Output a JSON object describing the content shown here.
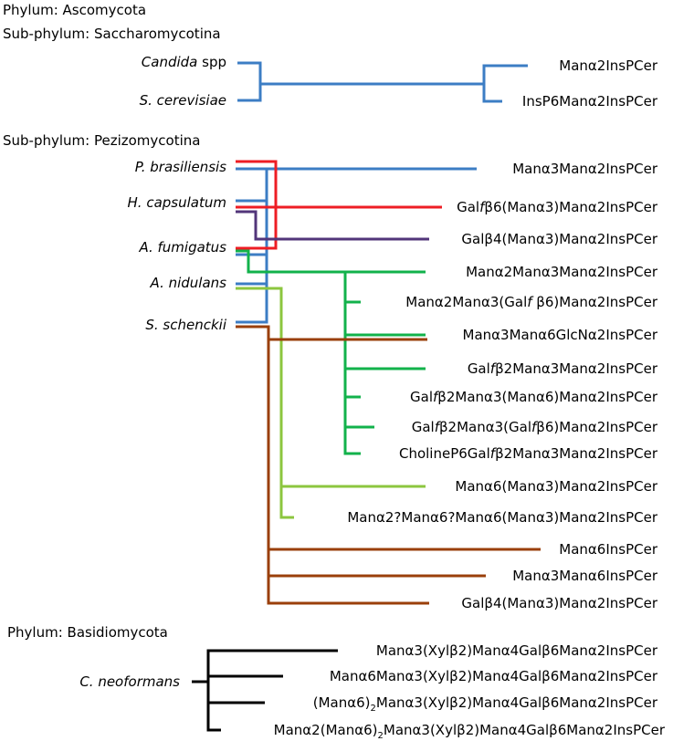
{
  "headers": {
    "phylum_asco": "Phylum: Ascomycota",
    "subphylum_sacch": "Sub-phylum: Saccharomycotina",
    "subphylum_pezi": "Sub-phylum: Pezizomycotina",
    "phylum_basidio": "Phylum: Basidiomycota"
  },
  "organisms": {
    "candida_italic": "Candida",
    "candida_rest": " spp",
    "scerevisiae": "S. cerevisiae",
    "pbrasiliensis": "P. brasiliensis",
    "hcapsulatum": "H. capsulatum",
    "afumigatus": "A. fumigatus",
    "anidulans": "A. nidulans",
    "sschenckii": "S. schenckii",
    "cneoformans": "C. neoformans"
  },
  "structures": {
    "s1": "Manα2InsPCer",
    "s2": "InsP6Manα2InsPCer",
    "s3": "Manα3Manα2InsPCer",
    "s4a": "Gal",
    "s4b": "f",
    "s4c": "β6(Manα3)Manα2InsPCer",
    "s5": "Galβ4(Manα3)Manα2InsPCer",
    "s6": "Manα2Manα3Manα2InsPCer",
    "s7a": "Manα2Manα3(Gal",
    "s7b": "f",
    "s7c": " β6)Manα2InsPCer",
    "s8": "Manα3Manα6GlcNα2InsPCer",
    "s9a": "Gal",
    "s9b": "f",
    "s9c": "β2Manα3Manα2InsPCer",
    "s10a": "Gal",
    "s10b": "f",
    "s10c": "β2Manα3(Manα6)Manα2InsPCer",
    "s11a": "Gal",
    "s11b": "f",
    "s11c": "β2Manα3(Gal",
    "s11d": "f",
    "s11e": "β6)Manα2InsPCer",
    "s12a": "CholineP6Gal",
    "s12b": "f",
    "s12c": "β2Manα3Manα2InsPCer",
    "s13": "Manα6(Manα3)Manα2InsPCer",
    "s14": "Manα2?Manα6?Manα6(Manα3)Manα2InsPCer",
    "s15": "Manα6InsPCer",
    "s16": "Manα3Manα6InsPCer",
    "s17": "Galβ4(Manα3)Manα2InsPCer",
    "s18": "Manα3(Xylβ2)Manα4Galβ6Manα2InsPCer",
    "s19": "Manα6Manα3(Xylβ2)Manα4Galβ6Manα2InsPCer",
    "s20a": "(Manα6)",
    "s20b": "2",
    "s20c": "Manα3(Xylβ2)Manα4Galβ6Manα2InsPCer",
    "s21a": "Manα2(Manα6)",
    "s21b": "2",
    "s21c": "Manα3(Xylβ2)Manα4Galβ6Manα2InsPCer"
  },
  "colors": {
    "blue": "#3c7dc4",
    "red": "#ee1d24",
    "purple": "#52357a",
    "green": "#12b24b",
    "lightgreen": "#8cc63f",
    "brown": "#9a3f0a",
    "black": "#000000"
  }
}
